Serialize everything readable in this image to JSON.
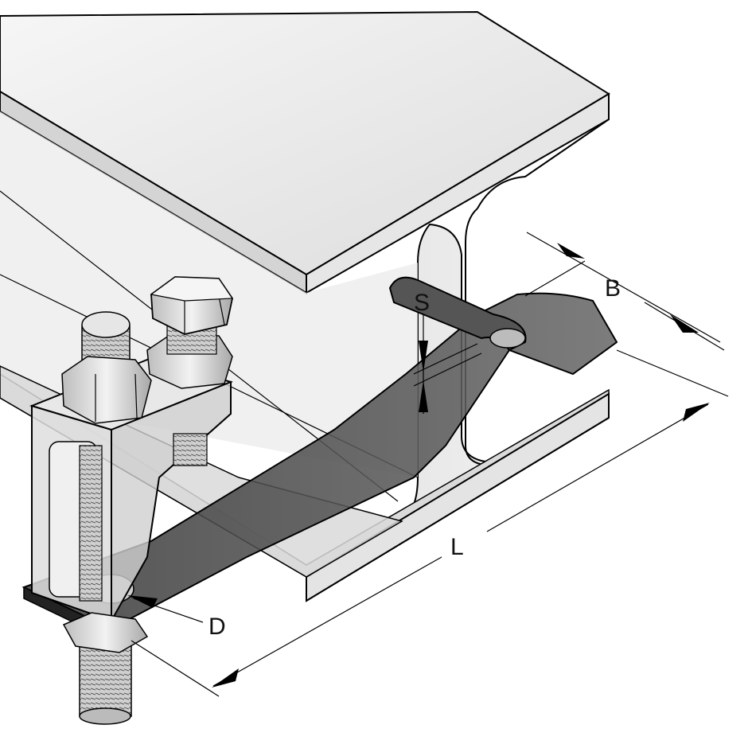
{
  "diagram": {
    "subject": "beam-clamp-on-i-beam",
    "labels": {
      "B": "B",
      "S": "S",
      "L": "L",
      "D": "D"
    },
    "colors": {
      "beam_face": "#e9e9e9",
      "beam_top": "#f2f2f2",
      "beam_shadow": "#cfcfcf",
      "strap": "#4a4a4a",
      "strap_dark": "#2e2e2e",
      "metal": "#d8d8d8",
      "line": "#000000"
    }
  }
}
